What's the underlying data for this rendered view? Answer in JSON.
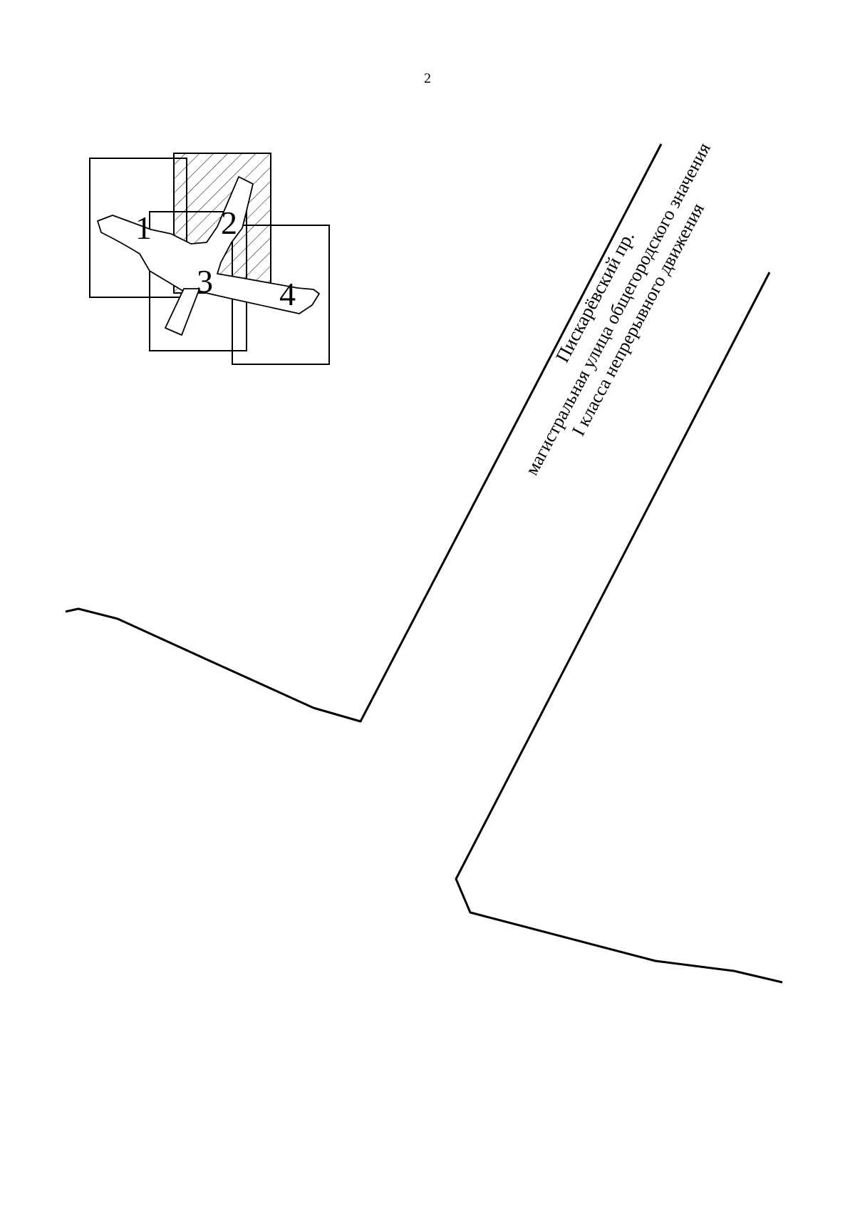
{
  "page": {
    "number": "2"
  },
  "key_map": {
    "sheets": [
      {
        "label": "1",
        "highlighted": false
      },
      {
        "label": "2",
        "highlighted": true
      },
      {
        "label": "3",
        "highlighted": false
      },
      {
        "label": "4",
        "highlighted": false
      }
    ]
  },
  "street": {
    "name": "Пискарёвский пр.",
    "line1": "магистральная улица общегородского значения",
    "line2": "I класса непрерывного движения"
  },
  "colors": {
    "ink": "#000000",
    "paper": "#ffffff"
  }
}
